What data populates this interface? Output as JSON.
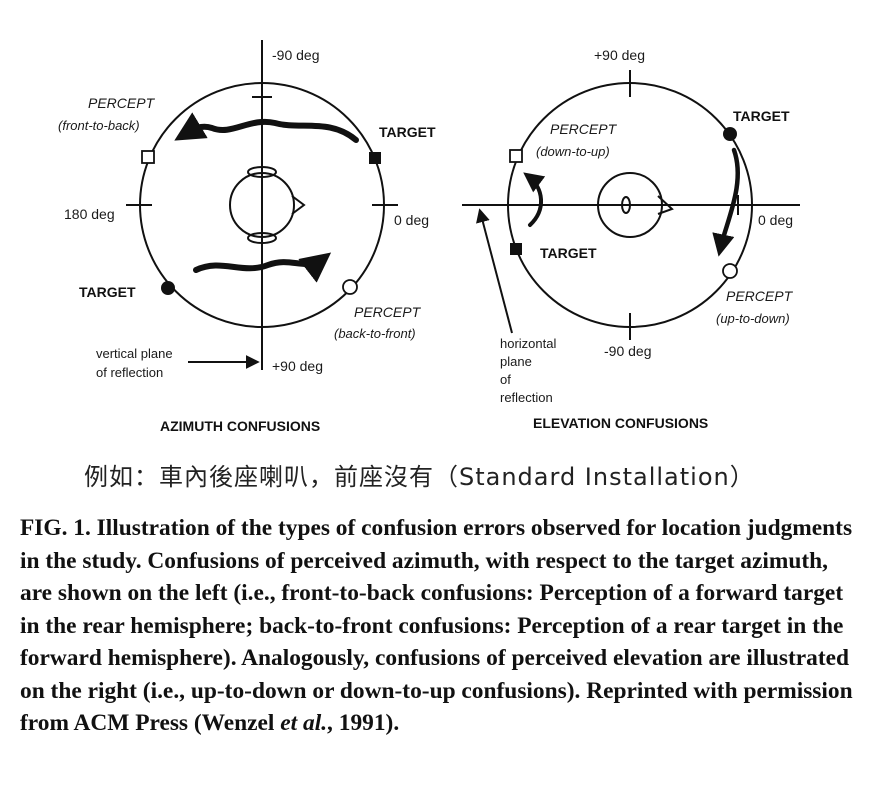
{
  "figure": {
    "azimuth": {
      "top_label": "-90 deg",
      "bottom_label": "+90 deg",
      "left_label": "180 deg",
      "right_label": "0 deg",
      "percept_ftb_title": "PERCEPT",
      "percept_ftb_sub": "(front-to-back)",
      "target_front": "TARGET",
      "target_rear": "TARGET",
      "percept_btf_title": "PERCEPT",
      "percept_btf_sub": "(back-to-front)",
      "plane_line1": "vertical plane",
      "plane_line2": "of reflection",
      "title": "AZIMUTH CONFUSIONS"
    },
    "elevation": {
      "top_label": "+90 deg",
      "bottom_label": "-90 deg",
      "right_label": "0 deg",
      "percept_dtu_title": "PERCEPT",
      "percept_dtu_sub": "(down-to-up)",
      "target_upper": "TARGET",
      "target_lower": "TARGET",
      "percept_utd_title": "PERCEPT",
      "percept_utd_sub": "(up-to-down)",
      "plane_line1": "horizontal",
      "plane_line2": "plane",
      "plane_line3": "of",
      "plane_line4": "reflection",
      "title": "ELEVATION CONFUSIONS"
    }
  },
  "handwritten_note": "例如：車內後座喇叭，前座沒有（Standard Installation）",
  "caption": {
    "label": "FIG. 1.",
    "text_before_et_al": " Illustration of the types of confusion errors observed for location judgments in the study. Confusions of perceived azimuth, with respect to the target azimuth, are shown on the left (i.e., front-to-back confusions: Perception of a forward target in the rear hemisphere; back-to-front confusions: Perception of a rear target in the forward hemisphere). Analogously, confusions of perceived elevation are illustrated on the right (i.e., up-to-down or down-to-up confusions). Reprinted with permission from ACM Press (Wenzel ",
    "et_al": "et al.",
    "text_after_et_al": ", 1991)."
  }
}
